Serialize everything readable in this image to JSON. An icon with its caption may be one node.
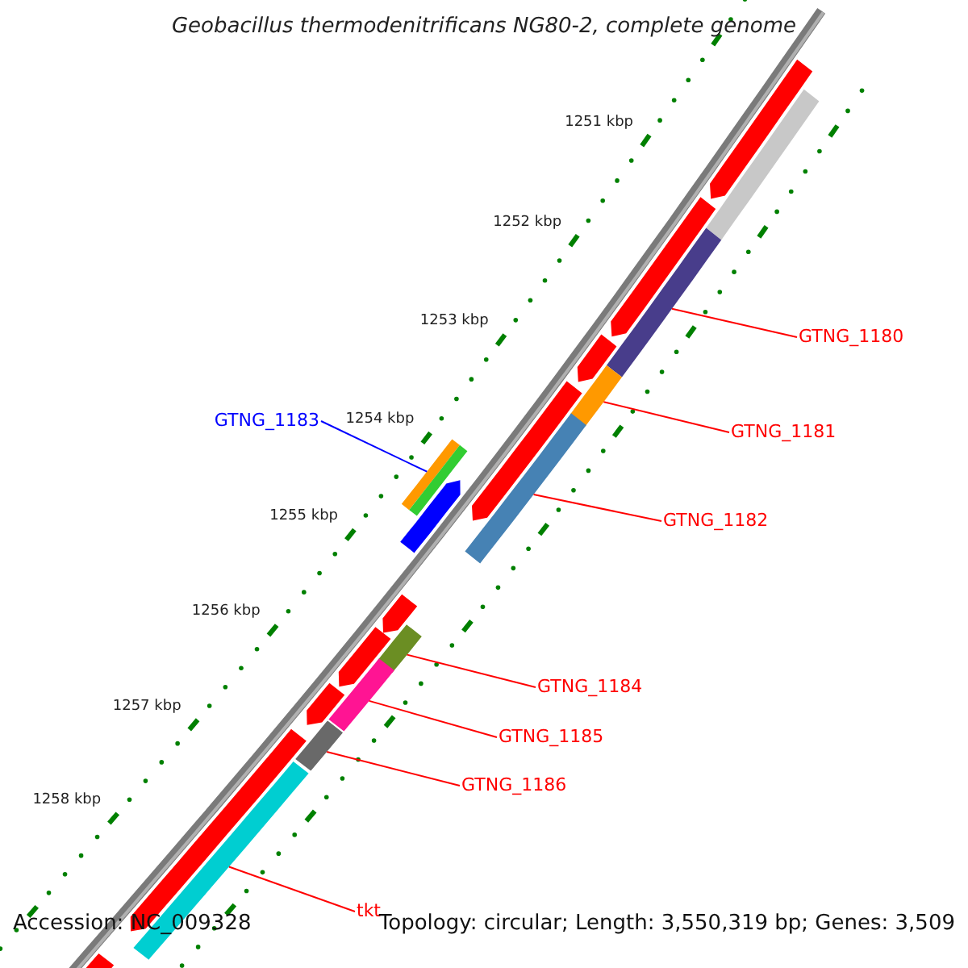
{
  "diagram": {
    "title": "Geobacillus thermodenitrificans NG80-2, complete genome",
    "nodes": [
      {
        "text": [
          "GTNG_1180"
        ]
      },
      {
        "text": [
          "GTNG_1181"
        ]
      },
      {
        "text": [
          "GTNG_1182"
        ]
      },
      {
        "text": [
          "GTNG_1183"
        ]
      },
      {
        "text": [
          "GTNG_1184"
        ]
      },
      {
        "text": [
          "GTNG_1185"
        ]
      },
      {
        "text": [
          "GTNG_1186"
        ]
      },
      {
        "text": [
          "tkt"
        ]
      },
      {
        "text": [],
        "shape": "arrow"
      },
      {
        "text": [],
        "shape": "bar"
      },
      {
        "text": [],
        "shape": "arrow"
      },
      {
        "text": [],
        "shape": "bar"
      },
      {
        "text": [],
        "shape": "arrow"
      },
      {
        "text": [],
        "shape": "bar"
      },
      {
        "text": [],
        "shape": "arrow"
      },
      {
        "text": [],
        "shape": "bar"
      },
      {
        "text": [],
        "shape": "bar"
      },
      {
        "text": [],
        "shape": "bar"
      },
      {
        "text": [],
        "shape": "arrow"
      },
      {
        "text": [],
        "shape": "arrow"
      },
      {
        "text": [],
        "shape": "bar"
      },
      {
        "text": [],
        "shape": "arrow"
      },
      {
        "text": [],
        "shape": "bar"
      },
      {
        "text": [],
        "shape": "arrow"
      },
      {
        "text": [],
        "shape": "bar"
      },
      {
        "text": [],
        "shape": "arrow"
      },
      {
        "text": [],
        "shape": "bar"
      },
      {
        "text": [],
        "shape": "bar"
      }
    ],
    "edges": [
      {
        "from": 0,
        "to": 11,
        "arrow": "none"
      },
      {
        "from": 1,
        "to": 13,
        "arrow": "none"
      },
      {
        "from": 2,
        "to": 15,
        "arrow": "none"
      },
      {
        "from": 3,
        "to": 16,
        "arrow": "none",
        "color": "#0000ff"
      },
      {
        "from": 4,
        "to": 20,
        "arrow": "none"
      },
      {
        "from": 5,
        "to": 22,
        "arrow": "none"
      },
      {
        "from": 6,
        "to": 24,
        "arrow": "none"
      },
      {
        "from": 7,
        "to": 26,
        "arrow": "none"
      }
    ],
    "labels": [
      "1251 kbp",
      "1252 kbp",
      "1253 kbp",
      "1254 kbp",
      "1255 kbp",
      "1256 kbp",
      "1257 kbp",
      "1258 kbp",
      "Accession: NC_009328",
      "Topology: circular; Length: 3,550,319 bp; Genes: 3,509"
    ]
  }
}
